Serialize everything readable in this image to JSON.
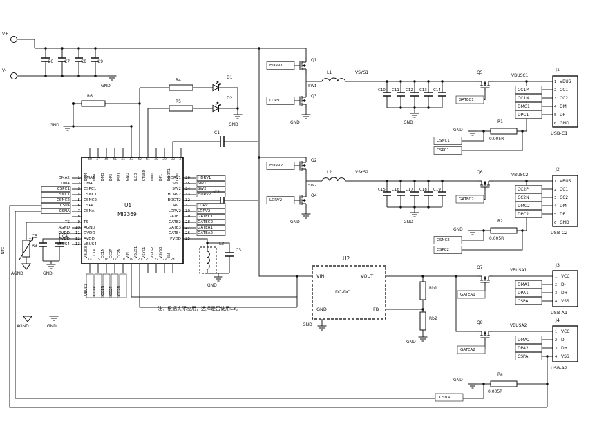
{
  "terminals": {
    "plus": "V+",
    "minus": "V-"
  },
  "labels": {
    "gnd": "GND",
    "agnd": "AGND",
    "ntc": "NTC",
    "shunt": "0.005R",
    "note": "注：根据实际应用，选择是否使用L3。"
  },
  "input_caps": [
    "C6",
    "C7",
    "C8",
    "C9"
  ],
  "led_drive": {
    "r4": "R4",
    "r5": "R5",
    "r6": "R6",
    "d1": "D1",
    "d2": "D2"
  },
  "u1": {
    "ref": "U1",
    "part": "MI2369",
    "left_nets": [
      "DMA2",
      "DM4",
      "CSPC1",
      "CSNC1",
      "CSNC2",
      "CSPA",
      "CSNA",
      "",
      "TS",
      "AGND",
      "DVDD",
      "AVDD",
      "VBUS4"
    ],
    "left_nums": [
      "1",
      "2",
      "3",
      "4",
      "5",
      "6",
      "7",
      "8",
      "9",
      "10",
      "11",
      "12",
      "13"
    ],
    "left_names": [
      "DMA2",
      "DM4",
      "CSPC1",
      "CSNC1",
      "CSNC2",
      "CSPA",
      "CSNA",
      "",
      "TS",
      "AGND",
      "DVDD",
      "AVDD",
      "VBUS4"
    ],
    "right_nums": [
      "36",
      "35",
      "34",
      "33",
      "32",
      "31",
      "30",
      "29",
      "28",
      "27",
      "26",
      "25"
    ],
    "right_names": [
      "HDRV1",
      "SW1",
      "SW2",
      "HDRV2",
      "BOOT2",
      "LDRV1",
      "LDRV2",
      "GATE1",
      "GATE2",
      "GATE3",
      "GATE4",
      "PVDD"
    ],
    "right_nets": [
      "HDRV1",
      "SW1",
      "SW2",
      "HDRV2",
      "",
      "LDRV1",
      "LDRV2",
      "GATEC1",
      "GATEC2",
      "GATEA1",
      "GATEA2",
      ""
    ],
    "top_names": [
      "DM4",
      "DP4",
      "DM3",
      "DP3",
      "PSEL",
      "GND",
      "ILED",
      "STLED",
      "DM1",
      "DP1",
      "BOOT1",
      "LDO"
    ],
    "top_nums": [
      "48",
      "47",
      "46",
      "45",
      "44",
      "43",
      "42",
      "41",
      "40",
      "39",
      "38",
      "37"
    ],
    "bottom_names": [
      "VBUS3",
      "CC1P",
      "CC1N",
      "CC2P",
      "CC2N",
      "VIN",
      "VBUS1",
      "VSYS1",
      "VSYS2",
      "VSYS3",
      "EN"
    ],
    "bottom_nums": [
      "14",
      "15",
      "16",
      "17",
      "18",
      "19",
      "20",
      "21",
      "22",
      "23",
      "24"
    ],
    "bottom_flags": [
      "VBUS3",
      "CC1P",
      "CC1N",
      "CC2P",
      "CC2N"
    ],
    "c1": "C1",
    "c2": "C2",
    "c3": "C3",
    "l3": "L3"
  },
  "buck1": {
    "q_top": "Q1",
    "q_bot": "Q3",
    "hdrv": "HDRV1",
    "ldrv": "LDRV1",
    "sw": "SW1",
    "ind": "L1",
    "vsys": "VSYS1",
    "caps": [
      "C10",
      "C11",
      "C12",
      "C13",
      "C14"
    ]
  },
  "buck2": {
    "q_top": "Q2",
    "q_bot": "Q4",
    "hdrv": "HDRV2",
    "ldrv": "LDRV2",
    "sw": "SW2",
    "ind": "L2",
    "vsys": "VSYS2",
    "caps": [
      "C15",
      "C16",
      "C17",
      "C18",
      "C19"
    ]
  },
  "portc1": {
    "q": "Q5",
    "gate": "GATEC1",
    "vbus": "VBUSC1",
    "conn": "J1",
    "type": "USB-C1",
    "pins": [
      "VBUS",
      "CC1",
      "CC2",
      "DM",
      "DP",
      "GND"
    ],
    "nums": [
      "1",
      "2",
      "3",
      "4",
      "5",
      "6"
    ],
    "flags": [
      "CC1P",
      "CC1N",
      "DMC1",
      "DPC1"
    ],
    "r": "R1",
    "csn": "CSNC1",
    "csp": "CSPC1"
  },
  "portc2": {
    "q": "Q6",
    "gate": "GATEC2",
    "vbus": "VBUSC2",
    "conn": "J2",
    "type": "USB-C2",
    "pins": [
      "VBUS",
      "CC1",
      "CC2",
      "DM",
      "DP",
      "GND"
    ],
    "nums": [
      "1",
      "2",
      "3",
      "4",
      "5",
      "6"
    ],
    "flags": [
      "CC2P",
      "CC2N",
      "DMC2",
      "DPC2"
    ],
    "r": "R2",
    "csn": "CSNC2",
    "csp": "CSPC2"
  },
  "dcdc": {
    "ref": "U2",
    "name": "DC-DC",
    "vin": "VIN",
    "vout": "VOUT",
    "gnd": "GND",
    "fb": "FB",
    "rb1": "Rb1",
    "rb2": "Rb2"
  },
  "porta1": {
    "q": "Q7",
    "gate": "GATEA1",
    "vbus": "VBUSA1",
    "conn": "J3",
    "type": "USB-A1",
    "pins": [
      "VCC",
      "D-",
      "D+",
      "VSS"
    ],
    "nums": [
      "1",
      "2",
      "3",
      "4"
    ],
    "flags": [
      "DMA1",
      "DPA1",
      "CSPA"
    ]
  },
  "porta2": {
    "q": "Q8",
    "gate": "GATEA2",
    "vbus": "VBUSA2",
    "conn": "J4",
    "type": "USB-A2",
    "pins": [
      "VCC",
      "D-",
      "D+",
      "VSS"
    ],
    "nums": [
      "1",
      "2",
      "3",
      "4"
    ],
    "flags": [
      "DMA2",
      "DPA2",
      "CSPA"
    ]
  },
  "sense_a": {
    "r": "Ra",
    "csn": "CSNA"
  },
  "thermal": {
    "r": "R3",
    "c5": "C5",
    "c4": "C4"
  }
}
